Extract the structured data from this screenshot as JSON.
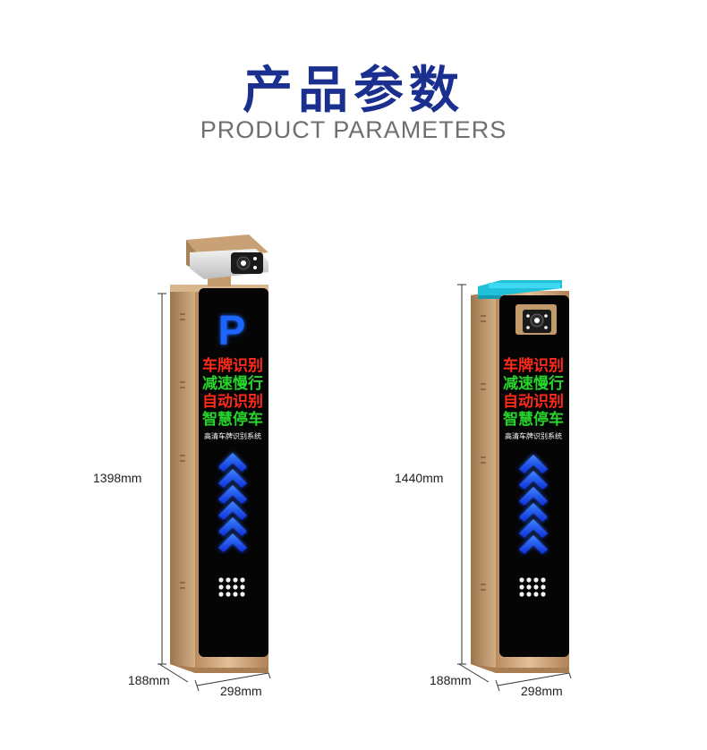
{
  "header": {
    "title_cn": "产品参数",
    "title_en": "PRODUCT PARAMETERS"
  },
  "colors": {
    "title_blue": "#1b2f8f",
    "gold": "#c9a277",
    "screen": "#050505",
    "arrow_blue": "#2e6bff",
    "led_red": "#ff2a1a",
    "led_green": "#27d42b",
    "p_blue": "#1f66ff"
  },
  "product_left": {
    "height_label": "1398mm",
    "depth_label": "188mm",
    "width_label": "298mm",
    "p_sign": "P",
    "lines": [
      "车牌识别",
      "减速慢行",
      "自动识别",
      "智慧停车"
    ],
    "subtitle": "高清车牌识别系统",
    "camera_icon": "bullet-camera"
  },
  "product_right": {
    "height_label": "1440mm",
    "depth_label": "188mm",
    "width_label": "298mm",
    "lines": [
      "车牌识别",
      "减速慢行",
      "自动识别",
      "智慧停车"
    ],
    "subtitle": "高清车牌识别系统",
    "camera_icon": "integrated-camera",
    "light_icon": "blue-top-light"
  }
}
